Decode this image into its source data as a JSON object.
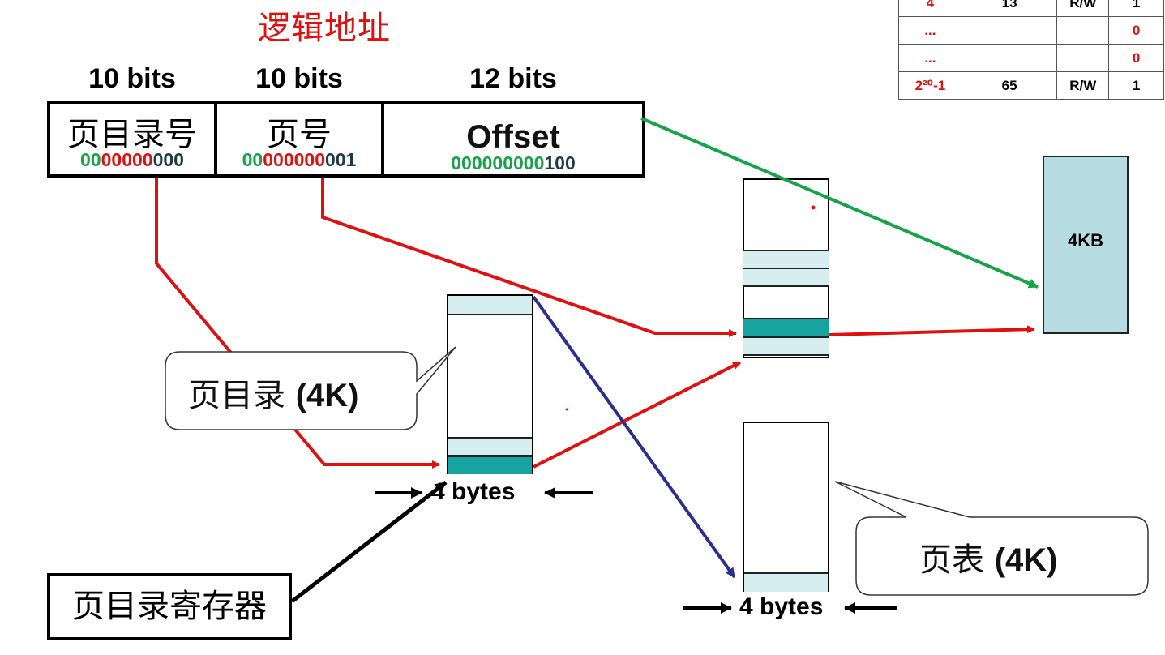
{
  "title": "逻辑地址",
  "fields": {
    "dir": {
      "bits": "10 bits",
      "name": "页目录号",
      "binary": [
        "00",
        "00000",
        "000"
      ]
    },
    "page": {
      "bits": "10 bits",
      "name": "页号",
      "binary": [
        "00",
        "000000",
        "001"
      ]
    },
    "offset": {
      "bits": "12 bits",
      "name": "Offset",
      "binary": [
        "000000000",
        "100"
      ]
    }
  },
  "page_directory_label": {
    "cn": "页目录",
    "size": "(4K)"
  },
  "page_table_label": {
    "cn": "页表",
    "size": "(4K)"
  },
  "register_label": "页目录寄存器",
  "entry_size_dir": "4 bytes",
  "entry_size_table": "4 bytes",
  "page_frame_label": "4KB",
  "page_table_snippet": {
    "rows": [
      [
        "4",
        "13",
        "R/W",
        "1"
      ],
      [
        "...",
        "",
        "",
        "0"
      ],
      [
        "...",
        "",
        "",
        "0"
      ],
      [
        "2²⁰-1",
        "65",
        "R/W",
        "1"
      ]
    ]
  },
  "colors": {
    "accent_red": "#e01010",
    "green": "#16a34a",
    "blue": "#2b2f8f",
    "teal_dark": "#17a3a0",
    "teal_light": "#d6eef0",
    "frame": "#b7dde3"
  }
}
